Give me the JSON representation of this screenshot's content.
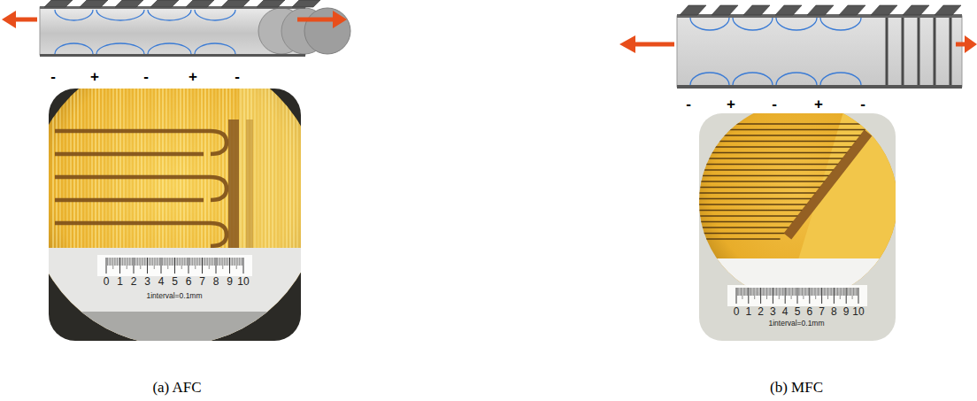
{
  "diagram": {
    "labels": [
      "-",
      "+",
      "-",
      "+",
      "-",
      "0",
      "1",
      "2",
      "3",
      "4",
      "5",
      "6",
      "7",
      "8",
      "9",
      "10",
      "1interval=0.1mm",
      "(a) AFC",
      "-",
      "+",
      "-",
      "+",
      "-",
      "0",
      "1",
      "2",
      "3",
      "4",
      "5",
      "6",
      "7",
      "8",
      "9",
      "10",
      "1interval=0.1mm",
      "(b) MFC"
    ]
  }
}
